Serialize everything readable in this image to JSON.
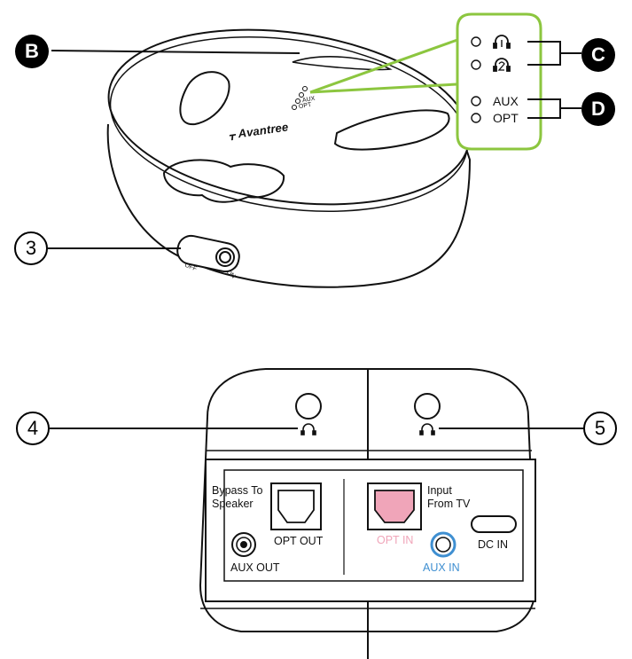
{
  "callouts": {
    "top_label": "B",
    "headphone_group_label": "C",
    "input_group_label": "D",
    "switch_label": "3",
    "headphone1_port_label": "4",
    "headphone2_port_label": "5"
  },
  "top_device": {
    "brand": "Avantree",
    "switch_off": "OFF",
    "switch_on": "ON",
    "indicator_aux": "AUX",
    "indicator_opt": "OPT"
  },
  "indicator_zoom": {
    "headphone1_icon": "headphone-1-icon",
    "headphone2_icon": "headphone-2-icon",
    "aux_label": "AUX",
    "opt_label": "OPT"
  },
  "back_panel": {
    "bypass_label": "Bypass To\nSpeaker",
    "opt_out_label": "OPT OUT",
    "aux_out_label": "AUX OUT",
    "input_label": "Input\nFrom TV",
    "opt_in_label": "OPT IN",
    "aux_in_label": "AUX IN",
    "dc_in_label": "DC IN"
  },
  "colors": {
    "highlight_green": "#8cc63f",
    "opt_in_pink": "#f0a5b9",
    "aux_in_blue": "#3f8fd1"
  }
}
